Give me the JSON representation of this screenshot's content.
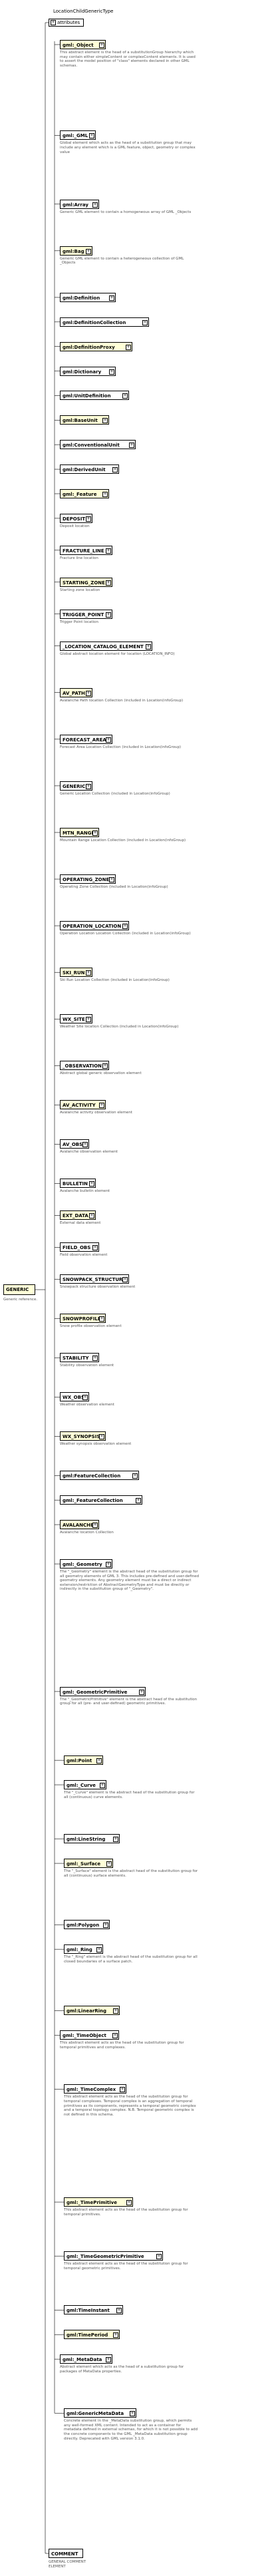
{
  "header": {
    "type_name": "LocationChildGenericType",
    "attributes_label": "attributes"
  },
  "root": {
    "name": "GENERIC",
    "doc": "Generic reference."
  },
  "comment": {
    "name": "COMMENT",
    "doc": "GENERAL COMMENT ELEMENT"
  },
  "elements": [
    {
      "name": "gml:_Object",
      "doc": "This abstract element is the head of a substitutionGroup hierarchy which may contain either simpleContent or complexContent elements. It is used to assert the model position of \"class\" elements declared in other GML schemas."
    },
    {
      "name": "gml:_GML",
      "doc": "Global element which acts as the head of a substitution group that may include any element which is a GML feature, object, geometry or complex value"
    },
    {
      "name": "gml:Array",
      "doc": "Generic GML element to contain a homogeneous array of GML _Objects"
    },
    {
      "name": "gml:Bag",
      "doc": "Generic GML element to contain a heterogeneous collection of GML _Objects"
    },
    {
      "name": "gml:Definition",
      "doc": ""
    },
    {
      "name": "gml:DefinitionCollection",
      "doc": ""
    },
    {
      "name": "gml:DefinitionProxy",
      "doc": ""
    },
    {
      "name": "gml:Dictionary",
      "doc": ""
    },
    {
      "name": "gml:UnitDefinition",
      "doc": ""
    },
    {
      "name": "gml:BaseUnit",
      "doc": ""
    },
    {
      "name": "gml:ConventionalUnit",
      "doc": ""
    },
    {
      "name": "gml:DerivedUnit",
      "doc": ""
    },
    {
      "name": "gml:_Feature",
      "doc": ""
    },
    {
      "name": "DEPOSIT",
      "doc": "Deposit location"
    },
    {
      "name": "FRACTURE_LINE",
      "doc": "Fracture line location"
    },
    {
      "name": "STARTING_ZONE",
      "doc": "Starting zone location"
    },
    {
      "name": "TRIGGER_POINT",
      "doc": "Trigger Point location"
    },
    {
      "name": "_LOCATION_CATALOG_ELEMENT",
      "doc": "Global abstract location element for location (LOCATION_INFO)"
    },
    {
      "name": "AV_PATH",
      "doc": "Avalanche Path location Collection (included in Location(infoGroup)"
    },
    {
      "name": "FORECAST_AREA",
      "doc": "Forecast Area Location Collection (included in Location(infoGroup)"
    },
    {
      "name": "GENERIC",
      "doc": "Generic Location Collection (included in Location(infoGroup)"
    },
    {
      "name": "MTN_RANGE",
      "doc": "Mountain Range Location Collection (included in Location(infoGroup)"
    },
    {
      "name": "OPERATING_ZONE",
      "doc": "Operating Zone Collection (included in Location(infoGroup)"
    },
    {
      "name": "OPERATION_LOCATION",
      "doc": "Operation Location Location Collection (included in Location(infoGroup)"
    },
    {
      "name": "SKI_RUN",
      "doc": "Ski Run Location Collection (included in Location(infoGroup)"
    },
    {
      "name": "WX_SITE",
      "doc": "Weather Site location Collection (included in Location(infoGroup)"
    },
    {
      "name": "_OBSERVATION",
      "doc": "Abstract global generic observation element"
    },
    {
      "name": "AV_ACTIVITY",
      "doc": "Avalanche activity observation element"
    },
    {
      "name": "AV_OBS",
      "doc": "Avalanche observation element"
    },
    {
      "name": "BULLETIN",
      "doc": "Avalanche bulletin element"
    },
    {
      "name": "EXT_DATA",
      "doc": "External data element"
    },
    {
      "name": "FIELD_OBS",
      "doc": "Field observation element"
    },
    {
      "name": "SNOWPACK_STRUCTURE",
      "doc": "Snowpack structure observation element"
    },
    {
      "name": "SNOWPROFILE",
      "doc": "Snow profile observation element"
    },
    {
      "name": "STABILITY",
      "doc": "Stability observation element"
    },
    {
      "name": "WX_OBS",
      "doc": "Weather observation element"
    },
    {
      "name": "WX_SYNOPSIS",
      "doc": "Weather synopsis observation element"
    },
    {
      "name": "gml:FeatureCollection",
      "doc": ""
    },
    {
      "name": "gml:_FeatureCollection",
      "doc": ""
    },
    {
      "name": "AVALANCHE",
      "doc": "Avalanche location Collection"
    },
    {
      "name": "gml:_Geometry",
      "doc": "The \"_Geometry\" element is the abstract head of the substitution group for all geometry elements of GML 3. This includes pre-defined and user-defined geometry elements. Any geometry element must be a direct or indirect extension/restriction of AbstractGeometryType and must be directly or indirectly in the substitution group of \"_Geometry\"."
    },
    {
      "name": "gml:_GeometricPrimitive",
      "doc": "The \"_GeometricPrimitive\" element is the abstract head of the substitution group for all (pre- and user-defined) geometric primitives."
    },
    {
      "name": "gml:Point",
      "doc": ""
    },
    {
      "name": "gml:_Curve",
      "doc": "The \"_Curve\" element is the abstract head of the substitution group for all (continuous) curve elements."
    },
    {
      "name": "gml:LineString",
      "doc": ""
    },
    {
      "name": "gml:_Surface",
      "doc": "The \"_Surface\" element is the abstract head of the substitution group for all (continuous) surface elements."
    },
    {
      "name": "gml:Polygon",
      "doc": ""
    },
    {
      "name": "gml:_Ring",
      "doc": "The \"_Ring\" element is the abstract head of the substitution group for all closed boundaries of a surface patch."
    },
    {
      "name": "gml:LinearRing",
      "doc": ""
    },
    {
      "name": "gml:_TimeObject",
      "doc": "This abstract element acts as the head of the substitution group for temporal primitives and complexes."
    },
    {
      "name": "gml:_TimeComplex",
      "doc": "This abstract element acts as the head of the substitution group for temporal complexes. Temporal complex is an aggregation of temporal primitives as its components, represents a temporal geometric complex and a temporal topology complex. N.B. Temporal geometric complex is not defined in this schema."
    },
    {
      "name": "gml:_TimePrimitive",
      "doc": "This abstract element acts as the head of the substitution group for temporal primitives."
    },
    {
      "name": "gml:_TimeGeometricPrimitive",
      "doc": "This abstract element acts as the head of the substitution group for temporal geometric primitives."
    },
    {
      "name": "gml:TimeInstant",
      "doc": ""
    },
    {
      "name": "gml:TimePeriod",
      "doc": ""
    },
    {
      "name": "gml:_MetaData",
      "doc": "Abstract element which acts as the head of a substitution group for packages of MetaData properties."
    },
    {
      "name": "gml:GenericMetaData",
      "doc": "Concrete element in the _MetaData substitution group, which permits any well-formed XML content. Intended to act as a container for metadata defined in external schemas, for which it is not possible to add the concrete components to the GML _MetaData substitution group directly. Deprecated with GML version 3.1.0."
    }
  ]
}
